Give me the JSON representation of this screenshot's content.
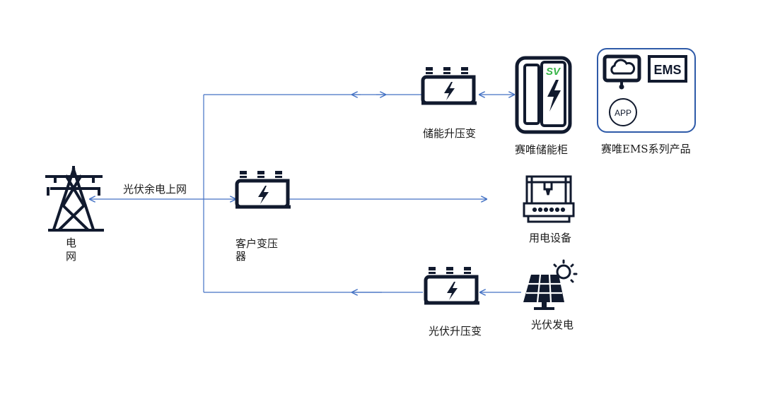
{
  "labels": {
    "grid": [
      "电",
      "网"
    ],
    "pv_surplus": "光伏余电上网",
    "customer_transformer": [
      "客户变压",
      "器"
    ],
    "storage_step_up": "储能升压变",
    "storage_cabinet": "赛唯储能柜",
    "ems_products": "赛唯EMS系列产品",
    "load_equipment": "用电设备",
    "pv_step_up": "光伏升压变",
    "pv_generation": "光伏发电"
  },
  "icons": {
    "grid": "power-tower-icon",
    "customer_transformer": "transformer-icon",
    "storage_transformer": "transformer-icon",
    "pv_transformer": "transformer-icon",
    "storage_cabinet": "battery-cabinet-icon",
    "load": "machine-tool-icon",
    "pv": "solar-panel-icon",
    "monitor": "cloud-monitor-icon",
    "ems": "EMS",
    "app": "APP"
  },
  "cabinet_logo": "SV",
  "colors": {
    "line": "#4472c4",
    "icon": "#111a2e",
    "logo_green": "#39b54a",
    "box_border": "#2e5aa8"
  }
}
